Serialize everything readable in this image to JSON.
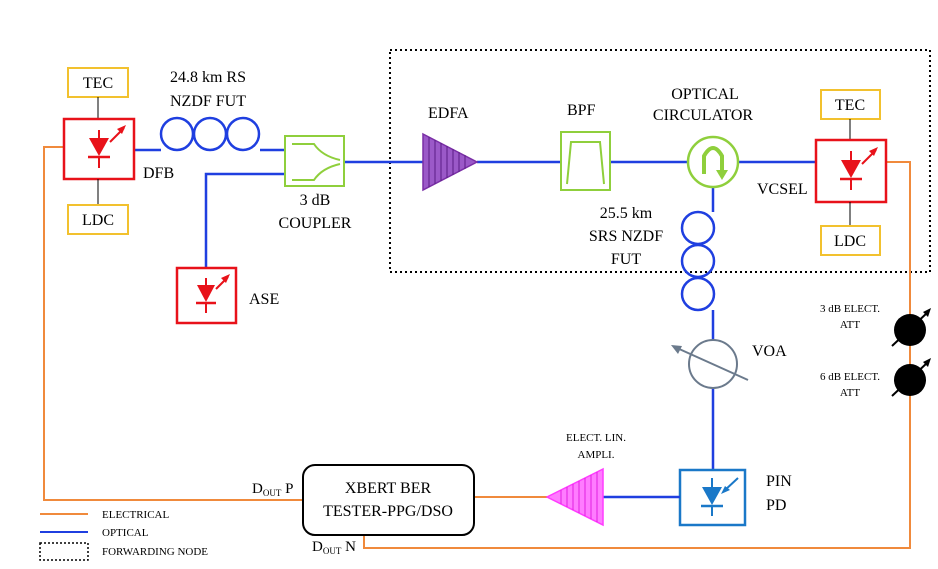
{
  "colors": {
    "optical": "#1f3fe0",
    "electrical": "#f08a3c",
    "laser_red": "#e8121a",
    "tec_ldc_border": "#f2c12e",
    "coupler_green": "#8fcf3c",
    "edfa_purple": "#7a2fa6",
    "amp_magenta": "#ff3cff",
    "pin_blue": "#1a78c8",
    "att_black": "#000000",
    "voa_gray": "#6b7a8c"
  },
  "labels": {
    "tec_left": "TEC",
    "ldc_left": "LDC",
    "dfb": "DFB",
    "fiber1_line1": "24.8 km RS",
    "fiber1_line2": "NZDF FUT",
    "coupler_line1": "3 dB",
    "coupler_line2": "COUPLER",
    "ase": "ASE",
    "edfa": "EDFA",
    "bpf": "BPF",
    "circ_line1": "OPTICAL",
    "circ_line2": "CIRCULATOR",
    "tec_right": "TEC",
    "ldc_right": "LDC",
    "vcsel": "VCSEL",
    "fiber2_line1": "25.5 km",
    "fiber2_line2": "SRS NZDF",
    "fiber2_line3": "FUT",
    "voa": "VOA",
    "att3_line1": "3 dB ELECT.",
    "att3_line2": "ATT",
    "att6_line1": "6 dB ELECT.",
    "att6_line2": "ATT",
    "amp_line1": "ELECT. LIN.",
    "amp_line2": "AMPLI.",
    "pin_line1": "PIN",
    "pin_line2": "PD",
    "ber_line1": "XBERT BER",
    "ber_line2": "TESTER-PPG/DSO",
    "dout_p_main": "D",
    "dout_p_sub": "OUT",
    "dout_p_suffix": " P",
    "dout_n_main": "D",
    "dout_n_sub": "OUT",
    "dout_n_suffix": " N"
  },
  "legend": {
    "electrical": "ELECTRICAL",
    "optical": "OPTICAL",
    "forwarding_node": "FORWARDING NODE"
  }
}
